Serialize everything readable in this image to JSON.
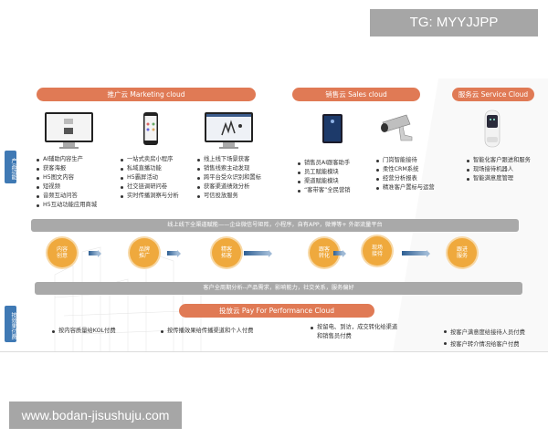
{
  "watermarks": {
    "top": "TG: MYYJJPP",
    "bottom": "www.bodan-jisushuju.com"
  },
  "colors": {
    "pill_orange": "#e07a55",
    "tag_blue": "#3f79b4",
    "band_gray": "#a9a9a9",
    "node_orange": "#efa93d",
    "arrow_blue": "#2e5f93"
  },
  "side_tags": {
    "product_function": "产品功能",
    "pay_by_effect": "按效果付费"
  },
  "clouds": {
    "marketing": "推广云 Marketing cloud",
    "sales": "销售云 Sales cloud",
    "service": "服务云 Service Cloud",
    "performance": "投放云  Pay For Performance Cloud"
  },
  "devices": [
    {
      "name": "monitor-content-icon"
    },
    {
      "name": "phone-icon"
    },
    {
      "name": "monitor-analytics-icon"
    },
    {
      "name": "tablet-icon"
    },
    {
      "name": "camera-icon"
    },
    {
      "name": "robot-icon"
    }
  ],
  "features": {
    "col1": [
      "AI辅助内容生产",
      "获客海报",
      "H5图文内容",
      "短视频",
      "音频互动问答",
      "H5互动功能应用商城"
    ],
    "col2": [
      "一站式卖房小程序",
      "私域直播功能",
      "H5霸屏活动",
      "社交链调研问卷",
      "实时传播洞察与分析"
    ],
    "col3": [
      "线上线下场景获客",
      "销售线索主动发现",
      "跨平台受众识别和置标",
      "获客渠道绩效分析",
      "可信投放服务"
    ],
    "col4": [
      "销售员AI跟客助手",
      "员工赋能模块",
      "渠道赋能模块",
      "“客带客”全民营销"
    ],
    "col5": [
      "门岗智能接待",
      "柔性CRM系统",
      "经营分析报表",
      "精准客户置标与运营"
    ],
    "col6": [
      "智能化客户跟进和服务",
      "现场接待机器人",
      "智能满意度管理"
    ]
  },
  "bands": {
    "channels": "线上线下全渠道赋能——企业微信号矩阵，小程序，自有APP，微博等+ 外部流量平台",
    "analysis": "客户全周期分析--产品需求，影响能力，社交关系，服务偏好"
  },
  "flow": [
    "内容创意",
    "品牌推广",
    "精客拓客",
    "跟客转化",
    "现场接待",
    "跟进服务"
  ],
  "payments": {
    "p1": "按内容质量给KOL付费",
    "p2": "按传播效果给传播渠道和个人付费",
    "p3": [
      "按留电、到访，成交转化给渠道",
      "和销售员付费"
    ],
    "p4": "按客户满意度给接待人员付费",
    "p5": "按客户转介情况给客户付费"
  }
}
